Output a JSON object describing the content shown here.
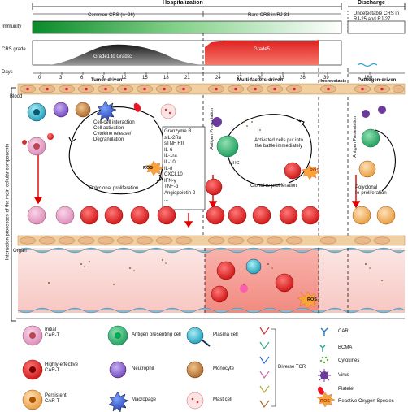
{
  "timeline": {
    "phases": {
      "hospitalization": "Hospitalization",
      "discharge": "Discharge"
    },
    "subphases": {
      "common": "Common CRS (n=26)",
      "rare": "Rare CRS in RJ-31",
      "undetectable": "Undetectable CRS in RJ-25 and RJ-27"
    },
    "row_labels": {
      "immunity": "Immunity",
      "crs_grade": "CRS grade",
      "days": "Days"
    },
    "grades": {
      "grade1_3": "Grade1 to Grade3",
      "grade5": "Grade5"
    },
    "days": [
      "0",
      "3",
      "6",
      "9",
      "12",
      "15",
      "18",
      "21",
      "24",
      "27",
      "30",
      "33",
      "36",
      "39",
      "180"
    ]
  },
  "sections": {
    "tumor_driven": "Tumor-driven",
    "multi_factors": "Multi-factors-driven",
    "homeostasis": "Homeostasis",
    "pathogen_driven": "Pathogen-driven"
  },
  "side_labels": {
    "vertical": "Interaction processes of the main cellular components",
    "blood": "Blood",
    "organ": "Organ"
  },
  "cycle_left": {
    "lines": [
      "Cell-cell interaction",
      "Cell activation",
      "Cytokine release/",
      "Degranulation"
    ],
    "bottom": "Polyclonal proliferation",
    "ros": "ROS"
  },
  "cytokines": [
    "Granzyme B",
    "sIL-2Rα",
    "sTNF RII",
    "IL-6",
    "IL-1ra",
    "IL-10",
    "IL-8",
    "CXCL10",
    "IFN-γ",
    "TNF-α",
    "Angiopoietin-2",
    "..."
  ],
  "cycle_mid": {
    "antigen_presentation": "Antigen Presentation",
    "mhc": "MHC",
    "lines": [
      "Activated cells put into",
      "the battle immediately"
    ],
    "clonal": "Clonal re-proliferation",
    "ros": "ROS"
  },
  "cycle_right": {
    "antigen_presentation": "Antigen Presentation",
    "lines": [
      "Polyclonal",
      "re-proliferation"
    ]
  },
  "organ_ros": "ROS",
  "legend": {
    "initial": [
      "Initial",
      "CAR-T"
    ],
    "highly": [
      "Highly-effective",
      "CAR-T"
    ],
    "persistent": [
      "Persistent",
      "CAR-T"
    ],
    "apc": "Antigen presenting cell",
    "neutrophil": "Neutrophil",
    "macropage": "Macropage",
    "plasma": "Plasma cell",
    "monocyte": "Monocyte",
    "mast": "Mast cell",
    "diverse_tcr": "Diverse TCR",
    "car": "CAR",
    "bcma": "BCMA",
    "cytokines": "Cytokines",
    "virus": "Virus",
    "platelet": "Platelet",
    "ros_abbr": "ROS",
    "ros": "Reactive Oxygen Species"
  },
  "colors": {
    "immunity_green": "#1e9e3a",
    "grade_gray": "#3a3a3a",
    "grade_red": "#e8302a",
    "vessel": "#f3d7a8",
    "organ_pink": "#f9c9c6",
    "car_t_red": "#e5383b",
    "apc_green": "#2bb673"
  }
}
